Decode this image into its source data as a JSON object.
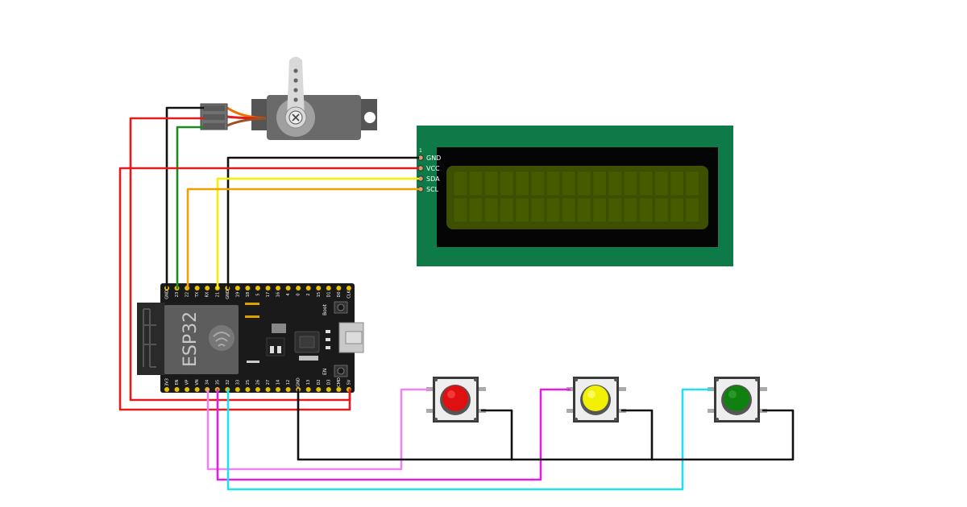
{
  "colors": {
    "background": "#ffffff",
    "lcd_board": "#0d7a47",
    "lcd_screen": "#3d4f00",
    "esp_board": "#1a1a1a",
    "servo_body": "#666666",
    "wire_red": "#e31b1b",
    "wire_black": "#111111",
    "wire_green": "#1d8a1d",
    "wire_yellow": "#f5f000",
    "wire_orange": "#f0a000",
    "wire_violet": "#ee82ee",
    "wire_magenta": "#e020e0",
    "wire_cyan": "#20e0ef",
    "btn_red": "#e01010",
    "btn_yellow": "#f0f000",
    "btn_green": "#108010"
  },
  "lcd": {
    "pin_index": "1",
    "pins": [
      "GND",
      "VCC",
      "SDA",
      "SCL"
    ]
  },
  "esp32": {
    "chip_label": "ESP32",
    "boot_label": "Boot",
    "en_label": "EN",
    "top_pins": [
      "GND",
      "23",
      "22",
      "TX",
      "RX",
      "21",
      "GND",
      "19",
      "18",
      "5",
      "17",
      "16",
      "4",
      "0",
      "2",
      "15",
      "D1",
      "D0",
      "CLK"
    ],
    "bottom_pins": [
      "3V3",
      "EN",
      "VP",
      "VN",
      "34",
      "35",
      "32",
      "33",
      "25",
      "26",
      "27",
      "14",
      "12",
      "GND",
      "13",
      "D2",
      "D3",
      "CMD",
      "5V"
    ]
  },
  "components": {
    "servo_icon": "servo-motor-icon",
    "buttons": [
      {
        "name": "red-pushbutton",
        "color": "#e01010"
      },
      {
        "name": "yellow-pushbutton",
        "color": "#f0f000"
      },
      {
        "name": "green-pushbutton",
        "color": "#108010"
      }
    ]
  }
}
